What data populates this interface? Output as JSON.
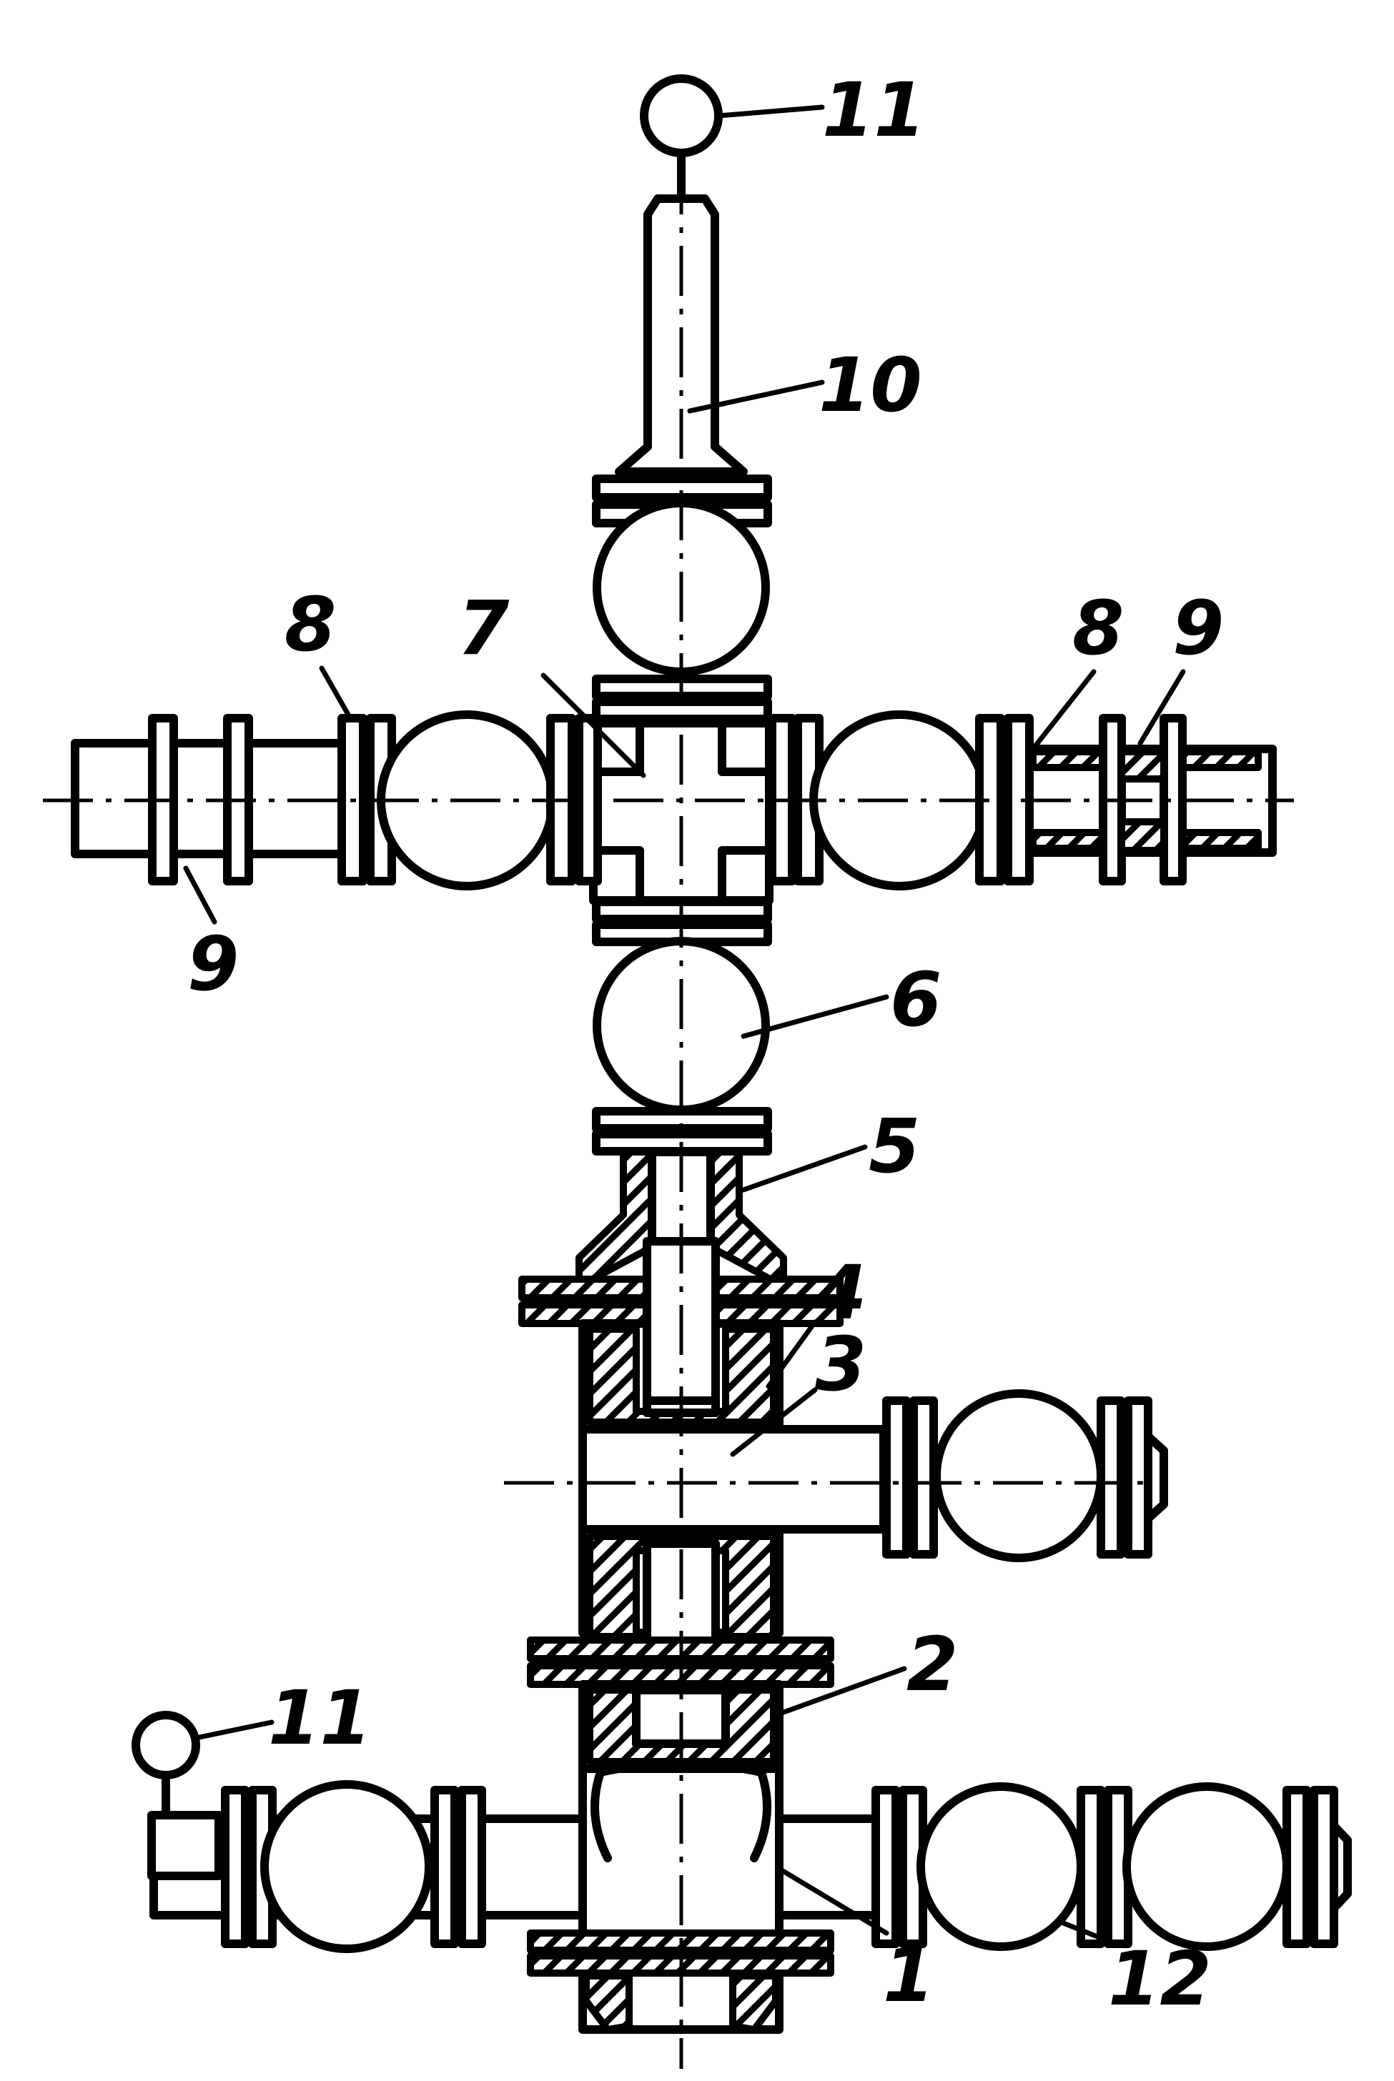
{
  "labels": {
    "l1": "1",
    "l2": "2",
    "l3": "3",
    "l4": "4",
    "l5": "5",
    "l6": "6",
    "l7": "7",
    "l8a": "8",
    "l8b": "8",
    "l9a": "9",
    "l9b": "9",
    "l10": "10",
    "l11a": "11",
    "l11b": "11",
    "l12": "12"
  }
}
